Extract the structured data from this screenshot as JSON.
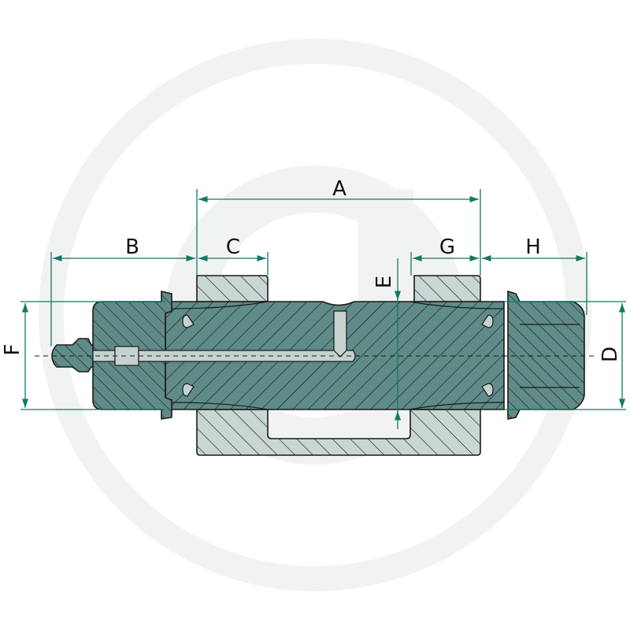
{
  "diagram": {
    "type": "technical-cross-section",
    "subject": "pivot pin with grease nipple and bushings",
    "colors": {
      "body": "#5f8b88",
      "bushing": "#c9d6d3",
      "bore": "#c5d2cf",
      "outline": "#1a1a1a",
      "dimension": "#117a63",
      "watermark": "#f1f3f3",
      "background": "#ffffff"
    },
    "dimensions": {
      "A": {
        "label": "A",
        "orientation": "horizontal"
      },
      "B": {
        "label": "B",
        "orientation": "horizontal"
      },
      "C": {
        "label": "C",
        "orientation": "horizontal"
      },
      "D": {
        "label": "D",
        "orientation": "vertical"
      },
      "E": {
        "label": "E",
        "orientation": "vertical"
      },
      "F": {
        "label": "F",
        "orientation": "vertical"
      },
      "G": {
        "label": "G",
        "orientation": "horizontal"
      },
      "H": {
        "label": "H",
        "orientation": "horizontal"
      }
    }
  }
}
